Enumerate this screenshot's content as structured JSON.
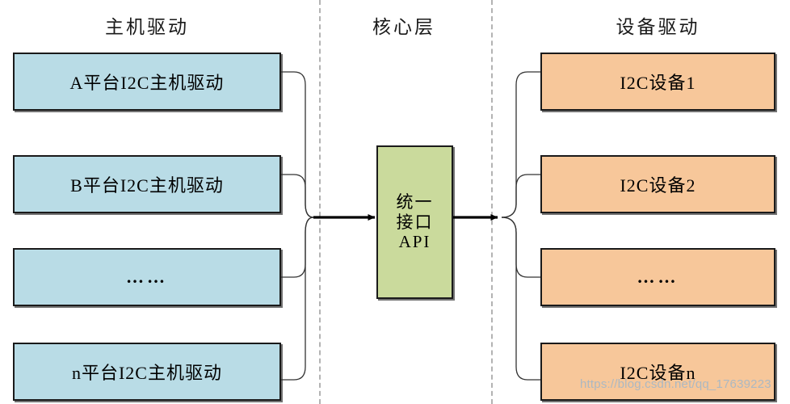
{
  "diagram": {
    "title_host": "主机驱动",
    "title_core": "核心层",
    "title_device": "设备驱动",
    "colors": {
      "host_fill": "#b9dce6",
      "device_fill": "#f7c79a",
      "core_fill": "#cada9c",
      "stroke": "#1a1a1a",
      "divider": "#b3b3b3",
      "watermark": "#9fb6c9"
    }
  },
  "host_nodes": [
    {
      "label": "A平台I2C主机驱动",
      "is_ellipsis": false
    },
    {
      "label": "B平台I2C主机驱动",
      "is_ellipsis": false
    },
    {
      "label": "……",
      "is_ellipsis": true
    },
    {
      "label": "n平台I2C主机驱动",
      "is_ellipsis": false
    }
  ],
  "core_node": {
    "line1": "统一",
    "line2": "接口",
    "line3": "API"
  },
  "device_nodes": [
    {
      "label": "I2C设备1",
      "is_ellipsis": false
    },
    {
      "label": "I2C设备2",
      "is_ellipsis": false
    },
    {
      "label": "……",
      "is_ellipsis": true
    },
    {
      "label": "I2C设备n",
      "is_ellipsis": false
    }
  ],
  "watermark": {
    "text": "https://blog.csdn.net/qq_17639223"
  }
}
